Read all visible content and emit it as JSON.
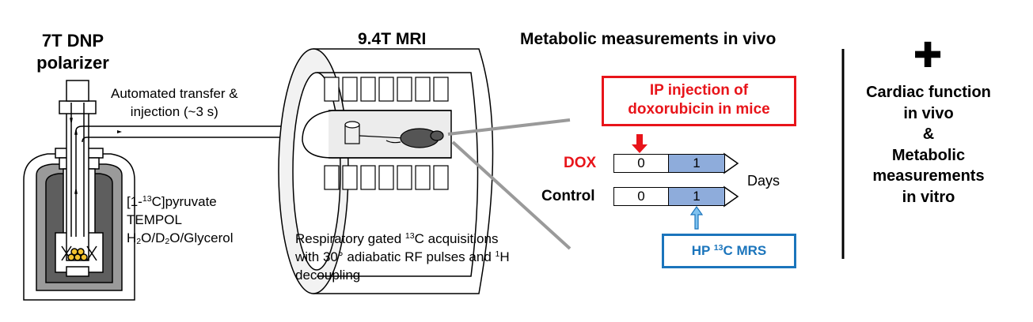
{
  "polarizer": {
    "line1": "7T DNP",
    "line2": "polarizer"
  },
  "mri": {
    "title": "9.4T MRI"
  },
  "metabolic_title": "Metabolic measurements in vivo",
  "transfer": {
    "line1": "Automated transfer &",
    "line2": "injection (~3 s)"
  },
  "sample": {
    "pyruvate_pre": "[1-",
    "pyruvate_sup": "13",
    "pyruvate_post": "C]pyruvate",
    "tempol": "TEMPOL",
    "solvent_h": "H",
    "solvent_sub1": "2",
    "solvent_mid": "O/D",
    "solvent_sub2": "2",
    "solvent_post": "O/Glycerol"
  },
  "acquisition": {
    "l1_pre": "Respiratory gated ",
    "l1_sup": "13",
    "l1_post": "C acquisitions",
    "l2_pre": "with 30° adiabatic RF pulses and ",
    "l2_sup": "1",
    "l2_post": "H",
    "l3": "decoupling"
  },
  "ip_box": {
    "line1": "IP injection of",
    "line2": "doxorubicin in mice"
  },
  "groups": {
    "dox": {
      "label": "DOX",
      "day0": "0",
      "day1": "1"
    },
    "control": {
      "label": "Control",
      "day0": "0",
      "day1": "1"
    }
  },
  "days_label": "Days",
  "mrs_box": {
    "pre": "HP ",
    "sup": "13",
    "post": "C MRS"
  },
  "plus_symbol": "✚",
  "right_text": {
    "l1": "Cardiac function",
    "l2": "in vivo",
    "l3": "&",
    "l4": "Metabolic",
    "l5": "measurements",
    "l6": "in vitro"
  },
  "colors": {
    "red": "#e8141a",
    "blue": "#1b75bc",
    "cell_fill": "#8eacdb",
    "gray": "#8a8a8a"
  }
}
